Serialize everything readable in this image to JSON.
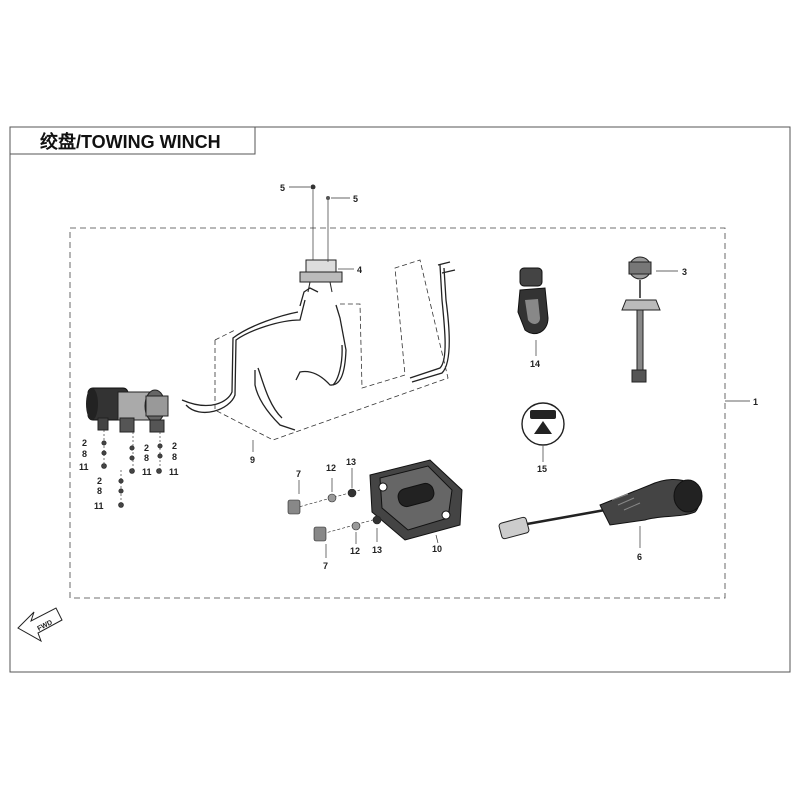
{
  "title": "绞盘/TOWING WINCH",
  "fwd_label": "FWD",
  "callouts": {
    "c1": "1",
    "c2a": "2",
    "c2b": "2",
    "c2c": "2",
    "c2d": "2",
    "c3": "3",
    "c4": "4",
    "c5a": "5",
    "c5b": "5",
    "c6": "6",
    "c7a": "7",
    "c7b": "7",
    "c8a": "8",
    "c8b": "8",
    "c8c": "8",
    "c8d": "8",
    "c9": "9",
    "c10": "10",
    "c11a": "11",
    "c11b": "11",
    "c11c": "11",
    "c11d": "11",
    "c12a": "12",
    "c12b": "12",
    "c13a": "13",
    "c13b": "13",
    "c14": "14",
    "c15": "15"
  }
}
